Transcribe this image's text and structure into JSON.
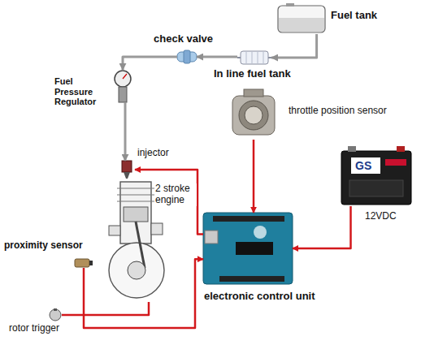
{
  "diagram": {
    "nodes": [
      {
        "text": [
          "Fuel tank"
        ]
      },
      {
        "text": [
          "In line fuel tank"
        ]
      },
      {
        "text": [
          "check valve"
        ]
      },
      {
        "text": [
          "Fuel Pressure Regulator"
        ]
      },
      {
        "text": [
          "injector"
        ]
      },
      {
        "text": [
          "2 stroke engine"
        ]
      },
      {
        "text": [
          "throttle position sensor"
        ]
      },
      {
        "text": [
          "12VDC"
        ]
      },
      {
        "text": [
          "electronic control unit"
        ]
      },
      {
        "text": [
          "proximity sensor"
        ]
      },
      {
        "text": [
          "rotor trigger"
        ]
      }
    ],
    "edges": [
      {
        "from": 0,
        "to": 1,
        "arrow": "to"
      },
      {
        "from": 1,
        "to": 2,
        "arrow": "to"
      },
      {
        "from": 2,
        "to": 3,
        "arrow": "to"
      },
      {
        "from": 3,
        "to": 4,
        "arrow": "to"
      },
      {
        "from": 6,
        "to": 8,
        "arrow": "to"
      },
      {
        "from": 7,
        "to": 8,
        "arrow": "to"
      },
      {
        "from": 8,
        "to": 4,
        "arrow": "to"
      },
      {
        "from": 9,
        "to": 8,
        "arrow": "to"
      },
      {
        "from": 10,
        "to": 5,
        "arrow": "none"
      }
    ],
    "labels": [
      "GS"
    ]
  }
}
